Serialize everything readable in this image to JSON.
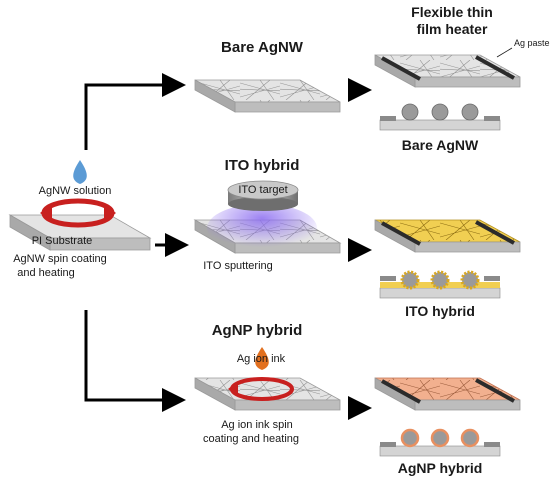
{
  "labels": {
    "bare_title": "Bare AgNW",
    "heater_title_line1": "Flexible thin",
    "heater_title_line2": "film heater",
    "ag_paste": "Ag paste",
    "bare_result": "Bare AgNW",
    "agnw_solution": "AgNW solution",
    "pi_substrate": "PI Substrate",
    "spin_line1": "AgNW spin coating",
    "spin_line2": "and heating",
    "ito_title": "ITO hybrid",
    "ito_target": "ITO target",
    "ito_sputtering": "ITO sputtering",
    "ito_result": "ITO hybrid",
    "agnp_title": "AgNP hybrid",
    "ag_ion_ink": "Ag ion ink",
    "ag_ion_spin_line1": "Ag ion ink spin",
    "ag_ion_spin_line2": "coating and heating",
    "agnp_result": "AgNP hybrid"
  },
  "colors": {
    "substrate_top": "#e4e4e4",
    "substrate_side": "#b9b9b9",
    "arrow": "#000000",
    "rotation_arrow": "#c8201f",
    "agnw_drop": "#5b9bd5",
    "ag_ion_drop": "#e2701f",
    "ito_film": "#f1cf52",
    "agnp_film": "#f2b08f",
    "sputter_glow": "#8b6cf0",
    "electrode": "#2b2b2b"
  }
}
